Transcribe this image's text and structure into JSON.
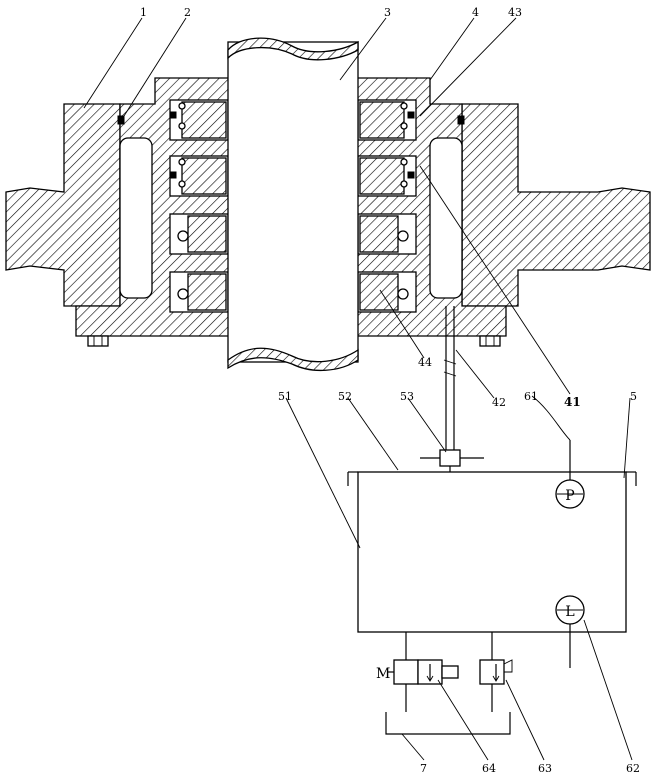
{
  "labels": {
    "l1": "1",
    "l2": "2",
    "l3": "3",
    "l4": "4",
    "l43": "43",
    "l41": "41",
    "l42": "42",
    "l44": "44",
    "l51": "51",
    "l52": "52",
    "l53": "53",
    "l61": "61",
    "l5": "5",
    "l7": "7",
    "l64": "64",
    "l63": "63",
    "l62": "62"
  },
  "gauges": {
    "pressure": "P",
    "level": "L"
  },
  "valve": {
    "actuator": "M"
  }
}
